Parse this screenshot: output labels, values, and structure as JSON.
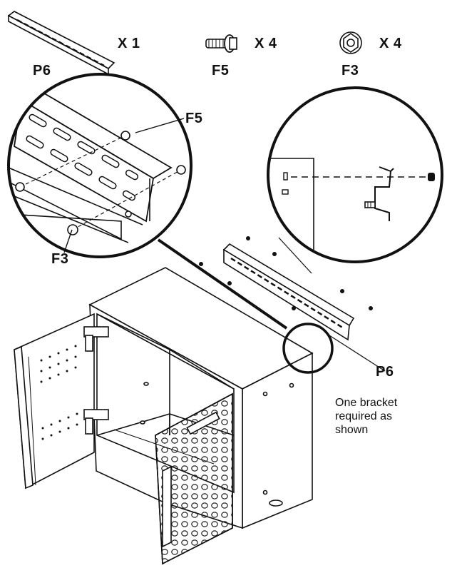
{
  "parts": [
    {
      "code": "P6",
      "qty": "X 1",
      "icon": "bracket-rail-icon"
    },
    {
      "code": "F5",
      "qty": "X 4",
      "icon": "bolt-icon"
    },
    {
      "code": "F3",
      "qty": "X 4",
      "icon": "flange-nut-icon"
    }
  ],
  "callouts": {
    "detail_bolt": "F5",
    "detail_nut": "F3",
    "bracket": "P6"
  },
  "note": {
    "line1": "One bracket",
    "line2": "required as",
    "line3": "shown"
  },
  "colors": {
    "ink": "#111111",
    "paper": "#ffffff",
    "hatch": "#555555"
  }
}
